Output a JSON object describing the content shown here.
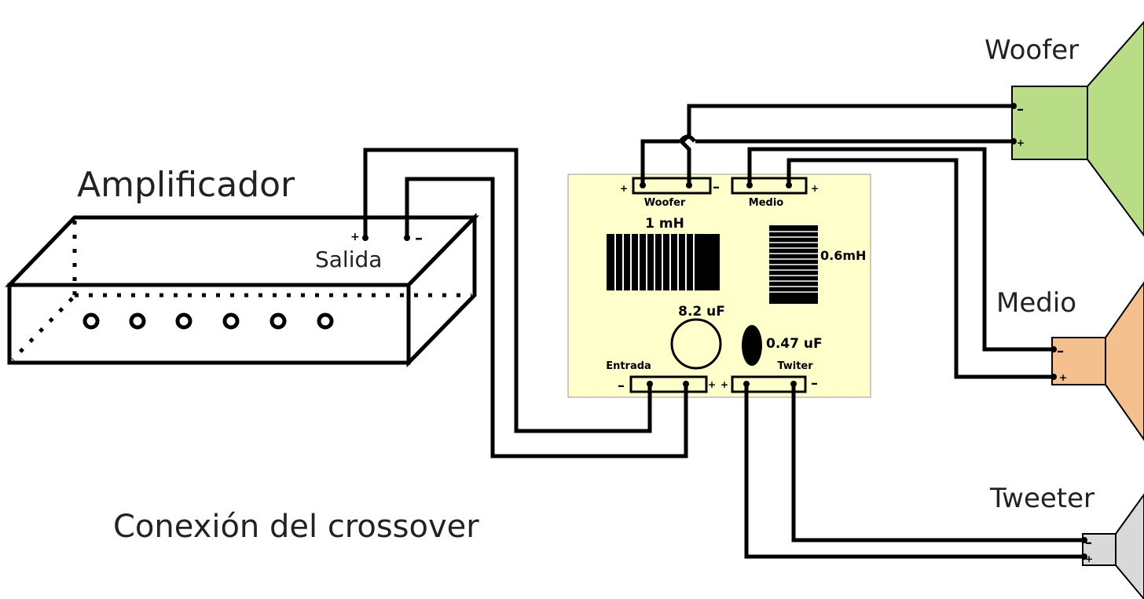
{
  "title": "Conexión del crossover",
  "amplifier": {
    "label": "Amplificador",
    "output_label": "Salida",
    "plus": "+",
    "minus": "–"
  },
  "crossover": {
    "woofer_terminal": "Woofer",
    "medio_terminal": "Medio",
    "entrada_terminal": "Entrada",
    "twiter_terminal": "Twiter",
    "inductor_1": "1 mH",
    "inductor_2": "0.6mH",
    "capacitor_1": "8.2 uF",
    "capacitor_2": "0.47 uF",
    "plus": "+",
    "minus": "–"
  },
  "speakers": {
    "woofer": {
      "label": "Woofer",
      "color": "#b9dc86"
    },
    "medio": {
      "label": "Medio",
      "color": "#f4c08d"
    },
    "tweeter": {
      "label": "Tweeter",
      "color": "#d9d9d9"
    }
  },
  "colors": {
    "board": "#ffffcc",
    "terminal": "#ffffcc"
  }
}
